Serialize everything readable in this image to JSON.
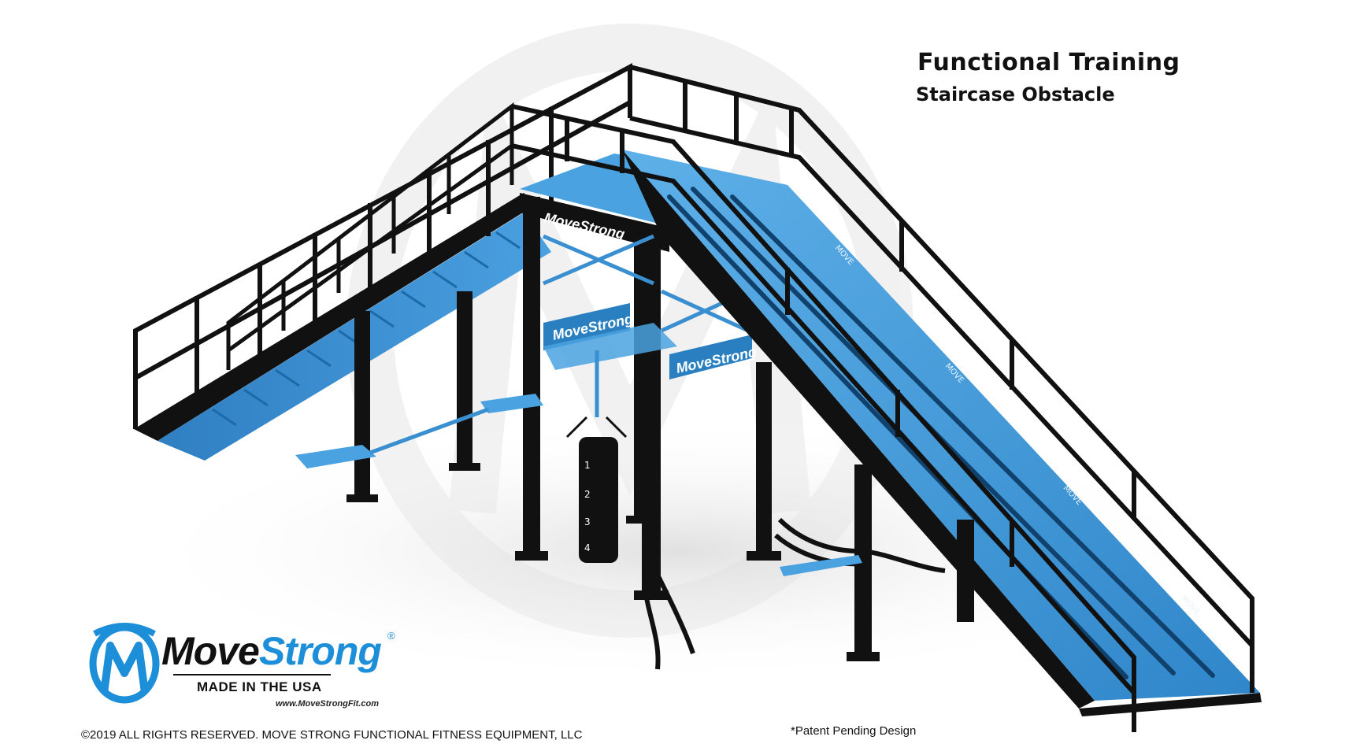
{
  "title": "Functional Training",
  "subtitle": "Staircase Obstacle",
  "brand": {
    "name_part1": "Move",
    "name_part2": "Strong",
    "registered": "®",
    "made_in": "MADE IN THE USA",
    "website": "www.MoveStrongFit.com"
  },
  "structure_signs": {
    "top_sign": "MoveStrong",
    "mid_sign_left": "MoveStrong",
    "mid_sign_right": "MoveStrong"
  },
  "heavy_bag_numbers": [
    "1",
    "2",
    "3",
    "4"
  ],
  "copyright": "©2019 ALL RIGHTS RESERVED. MOVE STRONG FUNCTIONAL FITNESS EQUIPMENT, LLC",
  "patent": "*Patent Pending Design",
  "colors": {
    "frame": "#111111",
    "accent_blue": "#3a8fd0",
    "brand_blue": "#1c8fd8",
    "background": "#ffffff"
  }
}
